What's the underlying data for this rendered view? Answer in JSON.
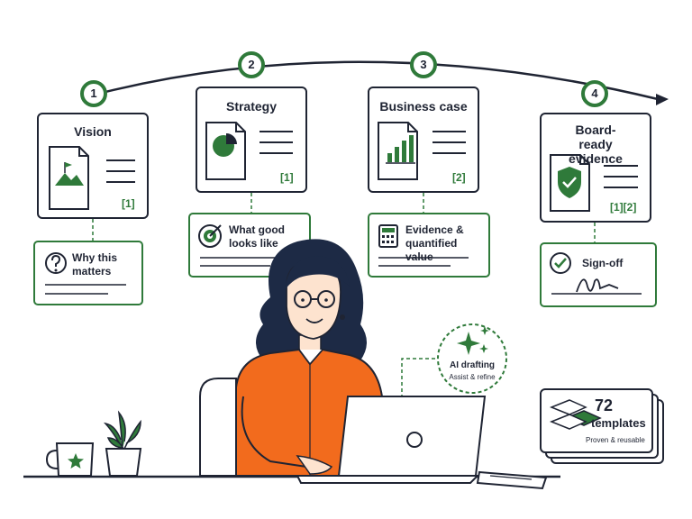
{
  "stages": [
    {
      "number": "1",
      "title": "Vision",
      "refs": "[1]",
      "sub": "Why this matters"
    },
    {
      "number": "2",
      "title": "Strategy",
      "refs": "[1]",
      "sub": "What good looks like"
    },
    {
      "number": "3",
      "title": "Business case",
      "refs": "[2]",
      "sub": "Evidence & quantified value"
    },
    {
      "number": "4",
      "title": "Board-ready evidence",
      "refs": "[1][2]",
      "sub": "Sign-off"
    }
  ],
  "ai": {
    "title": "AI drafting",
    "subtitle": "Assist & refine"
  },
  "templates": {
    "count": "72",
    "label": "templates",
    "subtitle": "Proven & reusable"
  },
  "colors": {
    "green": "#2f7a3a",
    "dark": "#1f2433",
    "orange": "#f26b1d",
    "hair": "#1d2a45"
  },
  "icons": [
    "mountain-flag-icon",
    "pie-chart-icon",
    "bar-chart-icon",
    "shield-check-icon",
    "question-icon",
    "target-icon",
    "calculator-icon",
    "check-circle-icon",
    "sparkle-icon",
    "layers-icon",
    "star-icon"
  ]
}
